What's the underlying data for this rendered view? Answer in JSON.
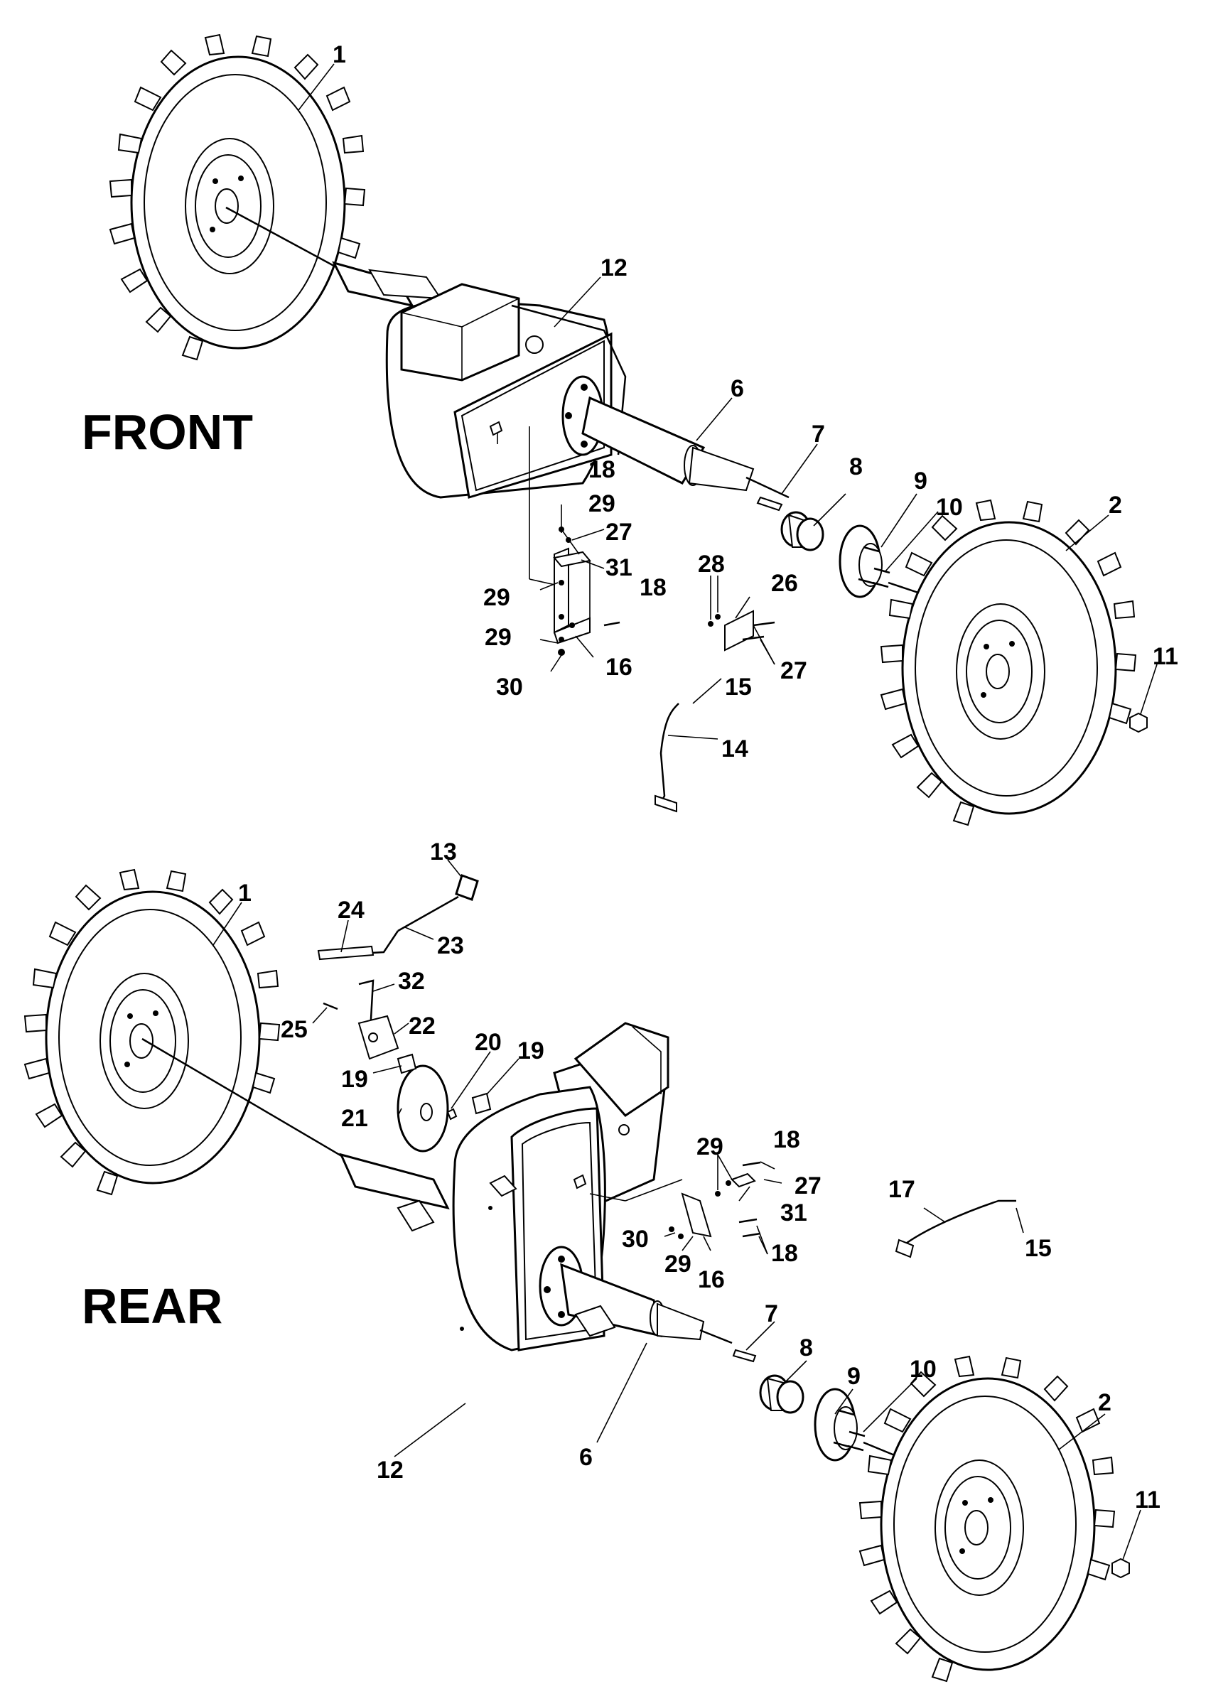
{
  "sections": {
    "front_label": "FRONT",
    "rear_label": "REAR"
  },
  "front_callouts": [
    {
      "id": "f1",
      "text": "1"
    },
    {
      "id": "f12",
      "text": "12"
    },
    {
      "id": "f6",
      "text": "6"
    },
    {
      "id": "f7",
      "text": "7"
    },
    {
      "id": "f8",
      "text": "8"
    },
    {
      "id": "f9",
      "text": "9"
    },
    {
      "id": "f10",
      "text": "10"
    },
    {
      "id": "f2",
      "text": "2"
    },
    {
      "id": "f11",
      "text": "11"
    },
    {
      "id": "f18a",
      "text": "18"
    },
    {
      "id": "f29a",
      "text": "29"
    },
    {
      "id": "f27a",
      "text": "27"
    },
    {
      "id": "f31",
      "text": "31"
    },
    {
      "id": "f29b",
      "text": "29"
    },
    {
      "id": "f18b",
      "text": "18"
    },
    {
      "id": "f29c",
      "text": "29"
    },
    {
      "id": "f16",
      "text": "16"
    },
    {
      "id": "f30",
      "text": "30"
    },
    {
      "id": "f28",
      "text": "28"
    },
    {
      "id": "f26",
      "text": "26"
    },
    {
      "id": "f27b",
      "text": "27"
    },
    {
      "id": "f15",
      "text": "15"
    },
    {
      "id": "f14",
      "text": "14"
    }
  ],
  "rear_callouts": [
    {
      "id": "r13",
      "text": "13"
    },
    {
      "id": "r1",
      "text": "1"
    },
    {
      "id": "r24",
      "text": "24"
    },
    {
      "id": "r23",
      "text": "23"
    },
    {
      "id": "r32",
      "text": "32"
    },
    {
      "id": "r25",
      "text": "25"
    },
    {
      "id": "r22",
      "text": "22"
    },
    {
      "id": "r20",
      "text": "20"
    },
    {
      "id": "r19a",
      "text": "19"
    },
    {
      "id": "r19b",
      "text": "19"
    },
    {
      "id": "r21",
      "text": "21"
    },
    {
      "id": "r29a",
      "text": "29"
    },
    {
      "id": "r18a",
      "text": "18"
    },
    {
      "id": "r27",
      "text": "27"
    },
    {
      "id": "r31",
      "text": "31"
    },
    {
      "id": "r30",
      "text": "30"
    },
    {
      "id": "r29b",
      "text": "29"
    },
    {
      "id": "r18b",
      "text": "18"
    },
    {
      "id": "r16",
      "text": "16"
    },
    {
      "id": "r17",
      "text": "17"
    },
    {
      "id": "r15",
      "text": "15"
    },
    {
      "id": "r12",
      "text": "12"
    },
    {
      "id": "r7",
      "text": "7"
    },
    {
      "id": "r8",
      "text": "8"
    },
    {
      "id": "r6",
      "text": "6"
    },
    {
      "id": "r9",
      "text": "9"
    },
    {
      "id": "r10",
      "text": "10"
    },
    {
      "id": "r2",
      "text": "2"
    },
    {
      "id": "r11",
      "text": "11"
    }
  ]
}
